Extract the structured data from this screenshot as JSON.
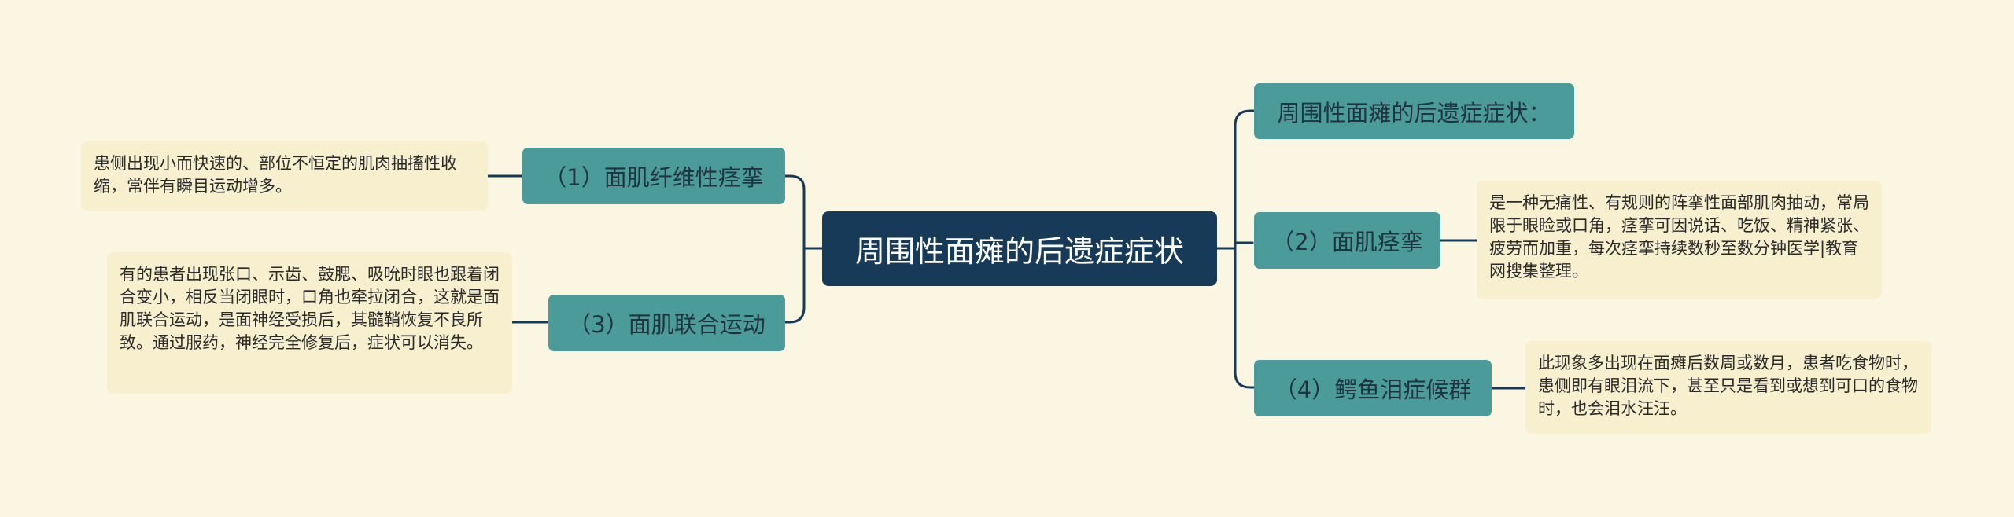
{
  "diagram": {
    "root": {
      "label": "周围性面瘫的后遗症症状"
    },
    "branches": [
      {
        "label": "周围性面瘫的后遗症症状：",
        "detail": ""
      },
      {
        "label": "（2）面肌痉挛",
        "detail": "是一种无痛性、有规则的阵挛性面部肌肉抽动，常局限于眼睑或口角，痉挛可因说话、吃饭、精神紧张、疲劳而加重，每次痉挛持续数秒至数分钟医学|教育网搜集整理。"
      },
      {
        "label": "（4）鳄鱼泪症候群",
        "detail": "此现象多出现在面瘫后数周或数月，患者吃食物时，患侧即有眼泪流下，甚至只是看到或想到可口的食物时，也会泪水汪汪。"
      },
      {
        "label": "（1）面肌纤维性痉挛",
        "detail": "患侧出现小而快速的、部位不恒定的肌肉抽搐性收缩，常伴有瞬目运动增多。"
      },
      {
        "label": "（3）面肌联合运动",
        "detail": "有的患者出现张口、示齿、鼓腮、吸吮时眼也跟着闭合变小，相反当闭眼时，口角也牵拉闭合，这就是面肌联合运动，是面神经受损后，其髓鞘恢复不良所致。通过服药，神经完全修复后，症状可以消失。"
      }
    ],
    "colors": {
      "background": "#fbf6e2",
      "root": "#173a59",
      "branch": "#4b9b9b",
      "leaf": "#f7efcd",
      "line": "#173a59"
    }
  }
}
